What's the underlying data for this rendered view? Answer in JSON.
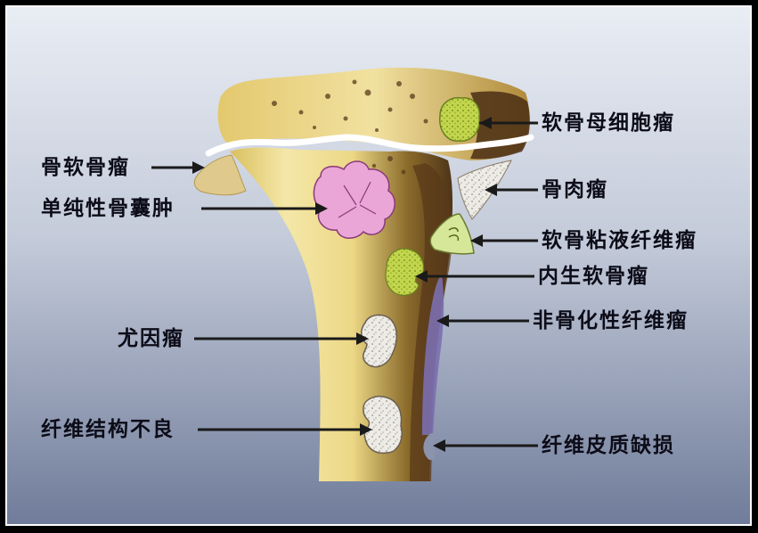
{
  "labels": {
    "chondroblastoma": "软骨母细胞瘤",
    "osteochondroma": "骨软骨瘤",
    "simple_bone_cyst": "单纯性骨囊肿",
    "osteosarcoma": "骨肉瘤",
    "chondromyxoid_fibroma": "软骨粘液纤维瘤",
    "enchondroma": "内生软骨瘤",
    "non_ossifying_fibroma": "非骨化性纤维瘤",
    "ewing_sarcoma": "尤因瘤",
    "fibrous_dysplasia": "纤维结构不良",
    "fibrous_cortical_defect": "纤维皮质缺损"
  },
  "colors": {
    "bone": "#e8d178",
    "bone_light": "#f6ecb8",
    "cortex_dark": "#5a3a1a",
    "purple": "#7b6fb0",
    "lesion_green": "#bcd24a",
    "lesion_pink": "#e9a6d6",
    "lesion_gray": "#e4e0da"
  }
}
